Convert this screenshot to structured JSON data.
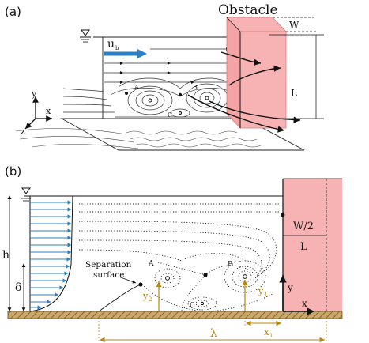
{
  "panel_a": {
    "tag": "(a)",
    "obstacle_label": "Obstacle",
    "width_label": "W",
    "length_label": "L",
    "velocity_label": "u",
    "velocity_sub": "b",
    "vortex_a": "A",
    "vortex_b": "B",
    "vortex_c": "C",
    "axis_x": "x",
    "axis_y": "y",
    "axis_z": "z"
  },
  "panel_b": {
    "tag": "(b)",
    "h_label": "h",
    "delta_label": "δ",
    "separation_label_1": "Separation",
    "separation_label_2": "surface",
    "vortex_a": "A",
    "vortex_b": "B",
    "vortex_c": "C",
    "y2_label": "y",
    "y2_sub": "2",
    "y1_label": "y",
    "y1_sub": "1",
    "half_width_label": "W/2",
    "length_label": "L",
    "axis_x": "x",
    "axis_y": "y",
    "x1_label": "x",
    "x1_sub": "1",
    "lambda_label": "λ"
  },
  "colors": {
    "obstacle_fill": "#f7b3b3",
    "obstacle_edge": "#e07a7a",
    "velocity_arrow": "#2b7fc2",
    "profile_arrows": "#2b7fc2",
    "dimension_gold": "#b8860b",
    "bed_fill": "#c9a86a"
  }
}
